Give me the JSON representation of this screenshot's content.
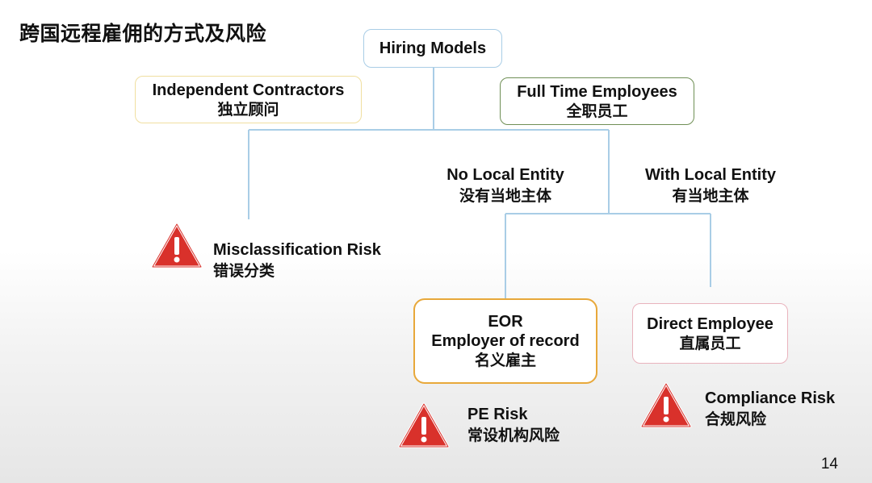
{
  "slide_title": "跨国远程雇佣的方式及风险",
  "root": {
    "en": "Hiring Models"
  },
  "contractors": {
    "en": "Independent Contractors",
    "zh": "独立顾问"
  },
  "fulltime": {
    "en": "Full Time Employees",
    "zh": "全职员工"
  },
  "no_local": {
    "en": "No Local Entity",
    "zh": "没有当地主体"
  },
  "with_local": {
    "en": "With Local Entity",
    "zh": "有当地主体"
  },
  "eor": {
    "abbr": "EOR",
    "en": "Employer of record",
    "zh": "名义雇主"
  },
  "direct": {
    "en": "Direct Employee",
    "zh": "直属员工"
  },
  "risks": {
    "misclassification": {
      "en": "Misclassification Risk",
      "zh": "错误分类"
    },
    "pe": {
      "en": "PE Risk",
      "zh": "常设机构风险"
    },
    "compliance": {
      "en": "Compliance Risk",
      "zh": "合规风险"
    }
  },
  "page_number": "14",
  "colors": {
    "connector": "#a9cde6",
    "root_border": "#a9cde6",
    "contractor_border": "#f0dfa0",
    "fulltime_border": "#6f8f55",
    "eor_border": "#e8a83a",
    "direct_border": "#e9b3bd",
    "warning_red": "#d9312b"
  }
}
